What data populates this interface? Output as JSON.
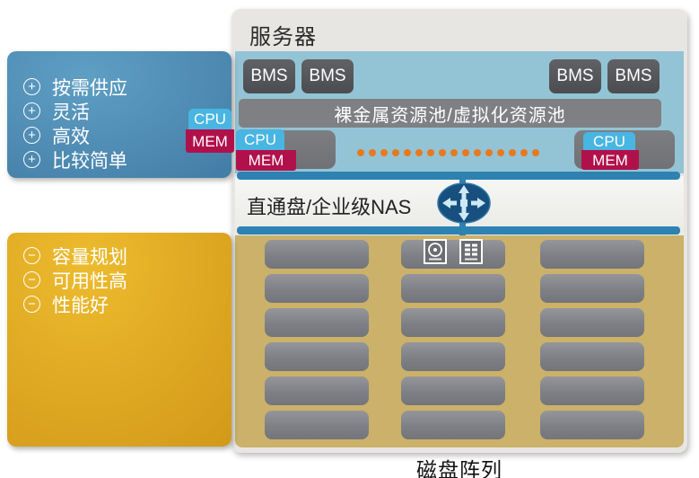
{
  "pros_panel": {
    "bullet_symbol": "+",
    "items": [
      "按需供应",
      "灵活",
      "高效",
      "比较简单"
    ]
  },
  "cons_panel": {
    "bullet_symbol": "−",
    "items": [
      "容量规划",
      "可用性高",
      "性能好"
    ]
  },
  "server_panel": {
    "title": "服务器",
    "bms_nodes": [
      "BMS",
      "BMS",
      "BMS",
      "BMS"
    ],
    "pool_label": "裸金属资源池/虚拟化资源池",
    "chips": {
      "cpu": "CPU",
      "mem": "MEM"
    },
    "ellipsis_dot_count": 16
  },
  "nas_band": {
    "label": "直通盘/企业级NAS"
  },
  "disk_array": {
    "label": "磁盘阵列",
    "columns": 3,
    "rows": 6
  },
  "colors": {
    "panel-bg": "#e7e6e3",
    "server-blue": "#93c4d5",
    "pool-gray": "#7e8084",
    "cpu-blue": "#48b5e2",
    "mem-red": "#b1114b",
    "dot-orange": "#e8791e",
    "bar-blue": "#2d82b2",
    "router-navy": "#17507f",
    "tan": "#cbb169",
    "pros-light": "#5f9fc4",
    "pros-dark": "#386f9a",
    "cons-light": "#edbb2e",
    "cons-dark": "#c98e12"
  }
}
